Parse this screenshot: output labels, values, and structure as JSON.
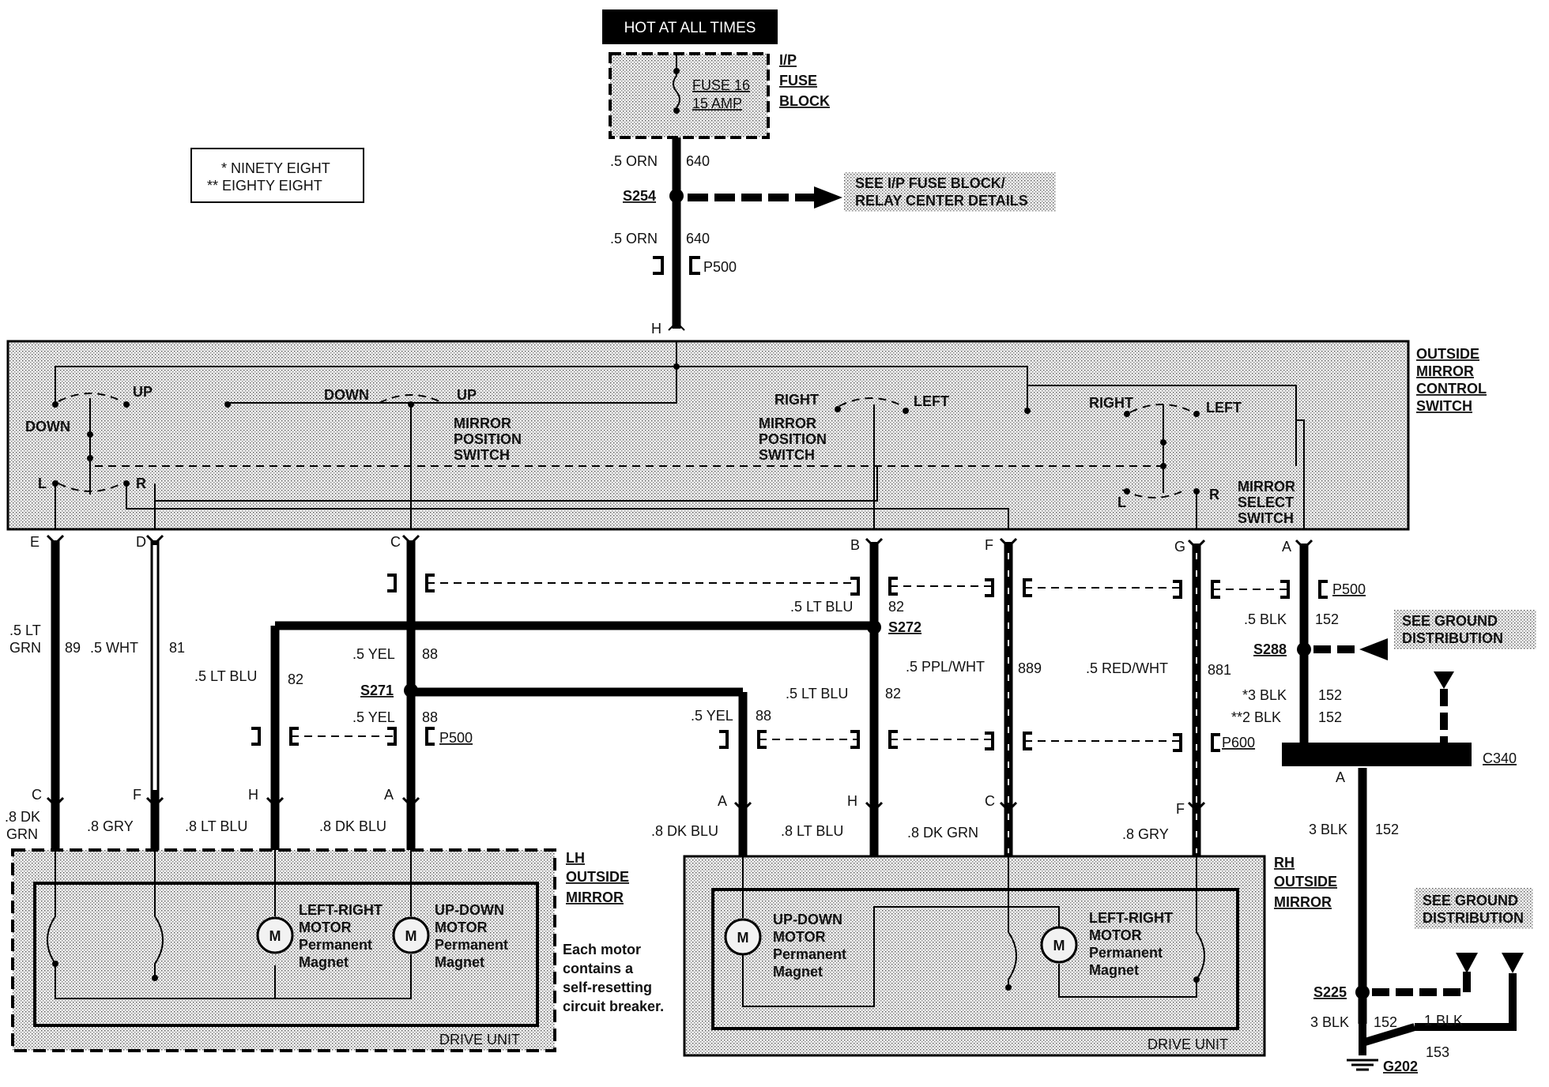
{
  "power": {
    "hot_label": "HOT AT ALL TIMES",
    "fuse_name": "FUSE 16",
    "fuse_rating": "15 AMP",
    "block_label": [
      "I/P",
      "FUSE",
      "BLOCK"
    ]
  },
  "legend": {
    "line1": "* NINETY EIGHT",
    "line2": "** EIGHTY EIGHT"
  },
  "feed": {
    "wire_top": ".5 ORN",
    "circuit_top": "640",
    "splice": "S254",
    "see_ref": [
      "SEE I/P FUSE BLOCK/",
      "RELAY CENTER DETAILS"
    ],
    "wire_bottom": ".5 ORN",
    "circuit_bottom": "640",
    "connector": "P500",
    "pin": "H"
  },
  "switch_module": {
    "title": [
      "OUTSIDE",
      "MIRROR",
      "CONTROL",
      "SWITCH"
    ],
    "down1": "DOWN",
    "up1": "UP",
    "down2": "DOWN",
    "up2": "UP",
    "mirror_position_left": [
      "MIRROR",
      "POSITION",
      "SWITCH"
    ],
    "right1": "RIGHT",
    "left1": "LEFT",
    "right2": "RIGHT",
    "left2": "LEFT",
    "mirror_position_right": [
      "MIRROR",
      "POSITION",
      "SWITCH"
    ],
    "sel_l": "L",
    "sel_r": "R",
    "sel_l2": "L",
    "sel_r2": "R",
    "mirror_select": [
      "MIRROR",
      "SELECT",
      "SWITCH"
    ]
  },
  "switch_pins": [
    "E",
    "D",
    "C",
    "B",
    "F",
    "G",
    "A"
  ],
  "wires": {
    "e": {
      "size": ".5 LT",
      "color": "GRN",
      "circuit": "89"
    },
    "d": {
      "label": ".5 WHT",
      "circuit": "81"
    },
    "c_upper": {
      "label": ".5 YEL",
      "circuit": "88"
    },
    "lh_blu": {
      "label": ".5 LT BLU",
      "circuit": "82"
    },
    "c_lower": {
      "label": ".5 YEL",
      "circuit": "88"
    },
    "b_upper": {
      "label": ".5 LT BLU",
      "circuit": "82"
    },
    "b_lower": {
      "label": ".5 LT BLU",
      "circuit": "82"
    },
    "rh_yel": {
      "label": ".5 YEL",
      "circuit": "88"
    },
    "f": {
      "label": ".5 PPL/WHT",
      "circuit": "889"
    },
    "g": {
      "label": ".5 RED/WHT",
      "circuit": "881"
    },
    "a": {
      "label": ".5 BLK",
      "circuit": "152"
    },
    "a_98": {
      "label": "*3 BLK",
      "circuit": "152"
    },
    "a_88": {
      "label": "**2 BLK",
      "circuit": "152"
    },
    "ground": {
      "label": "3 BLK",
      "circuit": "152"
    },
    "g202_a": {
      "label": "3 BLK",
      "circuit": "152"
    },
    "g202_b": {
      "label": "1 BLK",
      "circuit": "153"
    }
  },
  "splices": {
    "s271": "S271",
    "s272": "S272",
    "s288": "S288",
    "s225": "S225"
  },
  "connectors": {
    "p500_top": "P500",
    "p500_lh": "P500",
    "p600": "P600",
    "c340": "C340",
    "c340_pin": "A",
    "g202": "G202"
  },
  "ground_refs": {
    "top": [
      "SEE GROUND",
      "DISTRIBUTION"
    ],
    "bottom": [
      "SEE GROUND",
      "DISTRIBUTION"
    ]
  },
  "lh_mirror": {
    "title": [
      "LH",
      "OUTSIDE",
      "MIRROR"
    ],
    "pins": [
      "C",
      "F",
      "H",
      "A"
    ],
    "wires": [
      ".8 DK",
      "GRN",
      ".8 GRY",
      ".8 LT BLU",
      ".8 DK BLU"
    ],
    "motor1": [
      "LEFT-RIGHT",
      "MOTOR",
      "Permanent",
      "Magnet"
    ],
    "motor2": [
      "UP-DOWN",
      "MOTOR",
      "Permanent",
      "Magnet"
    ],
    "drive_unit": "DRIVE UNIT",
    "note": [
      "Each motor",
      "contains a",
      "self-resetting",
      "circuit breaker."
    ],
    "motor_symbol": "M"
  },
  "rh_mirror": {
    "title": [
      "RH",
      "OUTSIDE",
      "MIRROR"
    ],
    "pins": [
      "A",
      "H",
      "C",
      "F"
    ],
    "wires": [
      ".8 DK BLU",
      ".8 LT BLU",
      ".8 DK GRN",
      ".8 GRY"
    ],
    "motor1": [
      "UP-DOWN",
      "MOTOR",
      "Permanent",
      "Magnet"
    ],
    "motor2": [
      "LEFT-RIGHT",
      "MOTOR",
      "Permanent",
      "Magnet"
    ],
    "drive_unit": "DRIVE UNIT",
    "motor_symbol": "M"
  }
}
